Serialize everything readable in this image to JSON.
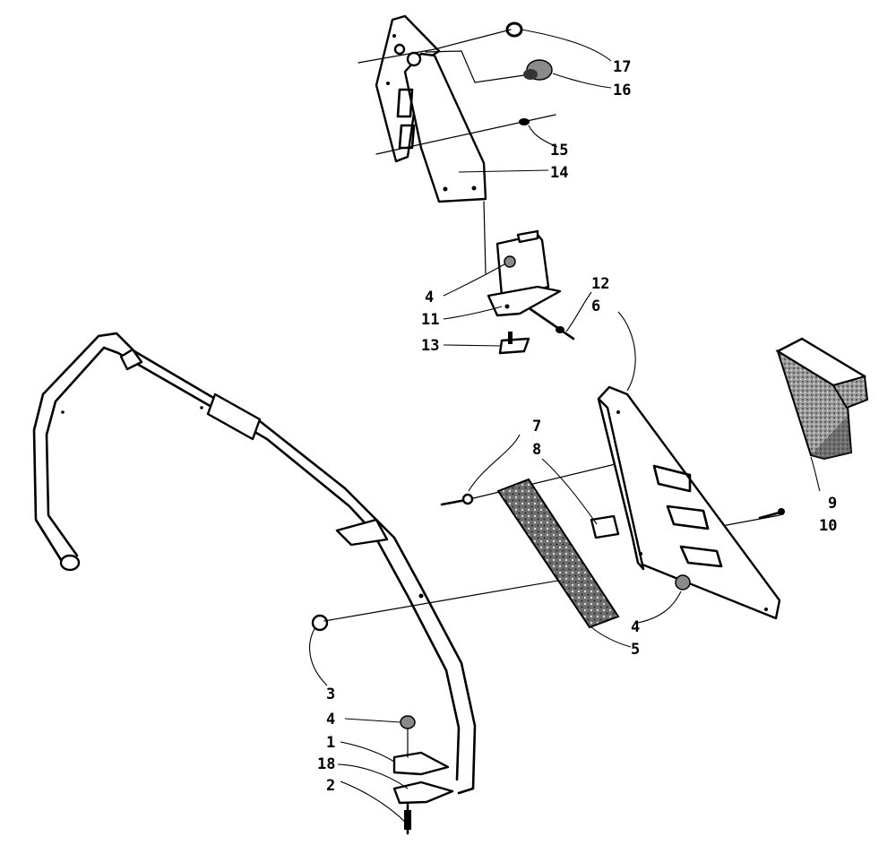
{
  "diagram": {
    "callouts": [
      {
        "id": "17",
        "text": "17"
      },
      {
        "id": "16",
        "text": "16"
      },
      {
        "id": "15",
        "text": "15"
      },
      {
        "id": "14",
        "text": "14"
      },
      {
        "id": "4a",
        "text": "4"
      },
      {
        "id": "11",
        "text": "11"
      },
      {
        "id": "13",
        "text": "13"
      },
      {
        "id": "12",
        "text": "12"
      },
      {
        "id": "6",
        "text": "6"
      },
      {
        "id": "7",
        "text": "7"
      },
      {
        "id": "8",
        "text": "8"
      },
      {
        "id": "9",
        "text": "9"
      },
      {
        "id": "10",
        "text": "10"
      },
      {
        "id": "4b",
        "text": "4"
      },
      {
        "id": "5",
        "text": "5"
      },
      {
        "id": "3",
        "text": "3"
      },
      {
        "id": "4c",
        "text": "4"
      },
      {
        "id": "1",
        "text": "1"
      },
      {
        "id": "18",
        "text": "18"
      },
      {
        "id": "2",
        "text": "2"
      }
    ],
    "parts": [
      "upper-mounting-plate",
      "plate-bracket",
      "handle-bar",
      "side-panel",
      "mesh-screen",
      "foam-bumper",
      "lower-mount-bracket"
    ]
  }
}
